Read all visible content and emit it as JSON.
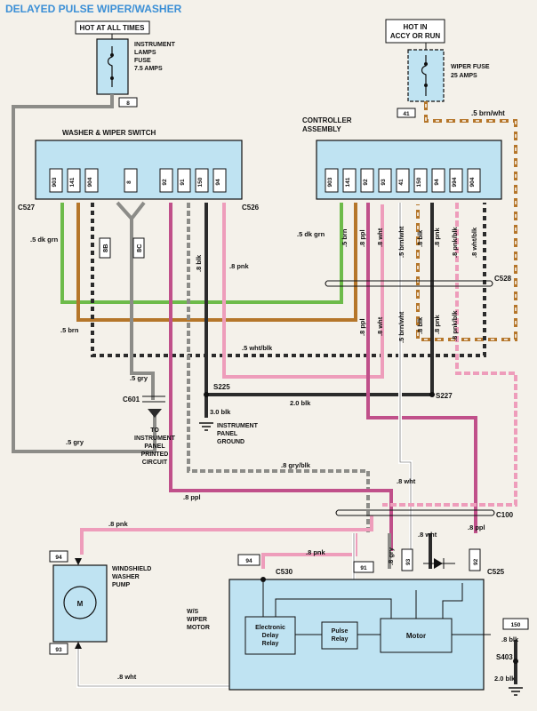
{
  "title": "DELAYED PULSE WIPER/WASHER",
  "hot_at_all_times": "HOT AT ALL TIMES",
  "hot_in_accy_run": [
    "HOT IN",
    "ACCY OR RUN"
  ],
  "instrument_fuse": [
    "INSTRUMENT",
    "LAMPS",
    "FUSE",
    "7.5 AMPS"
  ],
  "wiper_fuse": [
    "WIPER FUSE",
    "25 AMPS"
  ],
  "fuse_pin_8": "8",
  "fuse_pin_41": "41",
  "washer_switch_label": "WASHER & WIPER SWITCH",
  "controller_label": [
    "CONTROLLER",
    "ASSEMBLY"
  ],
  "switch_pins": [
    "903",
    "141",
    "904",
    "8",
    "92",
    "91",
    "150",
    "94"
  ],
  "controller_pins": [
    "903",
    "141",
    "92",
    "93",
    "41",
    "150",
    "94",
    "994",
    "904"
  ],
  "connectors": {
    "c527": "C527",
    "c526": "C526",
    "c528": "C528",
    "c601": "C601",
    "c100": "C100",
    "c530": "C530",
    "c525": "C525"
  },
  "splices": {
    "s225": "S225",
    "s227": "S227",
    "s403": "S403"
  },
  "wires": {
    "dk_grn_left": ".5 dk grn",
    "dk_grn_right": ".5 dk grn",
    "pin_8b": "8B",
    "pin_8c": "8C",
    "blk_8": ".8 blk",
    "pnk_8": ".8 pnk",
    "brn_ctrl": ".5 brn",
    "ppl_ctrl": ".8 ppl",
    "wht_ctrl": ".8 wht",
    "brnwht_ctrl": ".5 brn/wht",
    "blk_ctrl": ".8 blk",
    "pnk_ctrl": ".8 pnk",
    "pnkblk_ctrl": ".8 pnk/blk",
    "whtblk_ctrl": ".8 wht/blk",
    "brn_wht_top": ".5 brn/wht",
    "ppl_mid": ".8 ppl",
    "wht_mid": ".8 wht",
    "brnwht_mid": ".5 brn/wht",
    "blk_mid": ".8 blk",
    "pnkblk_mid": ".8 pnk/blk",
    "brn_long": ".5 brn",
    "whtblk_long": ".5 wht/blk",
    "gry_5": ".5 gry",
    "gry_5_bottom": ".5 gry",
    "blk_2_0": "2.0 blk",
    "blk_3_0": "3.0 blk",
    "grayblk": ".8 gry/blk",
    "ppl_low": ".8 ppl",
    "wht_c100": ".8 wht",
    "wht_c100b": ".8 wht",
    "pnk_pump": ".8 pnk",
    "pnk_c530": ".8 pnk",
    "gry_c525": ".8 gry",
    "ppl_c525": ".8 ppl",
    "blk_150": ".8 blk",
    "blk_2_0_bottom": "2.0 blk",
    "wht_pump": ".8 wht"
  },
  "to_ip_circuit": [
    "TO",
    "INSTRUMENT",
    "PANEL",
    "PRINTED",
    "CIRCUIT"
  ],
  "ip_ground": [
    "INSTRUMENT",
    "PANEL",
    "GROUND"
  ],
  "pump_label": [
    "WINDSHIELD",
    "WASHER",
    "PUMP"
  ],
  "motor_label": [
    "W/S",
    "WIPER",
    "MOTOR"
  ],
  "pump_pins": {
    "top": "94",
    "bottom": "93"
  },
  "pump_motor": "M",
  "motor_pins": {
    "p94": "94",
    "p91": "91",
    "p93": "93",
    "p92": "92",
    "p150": "150"
  },
  "delay_relay": [
    "Electronic",
    "Delay",
    "Relay"
  ],
  "pulse_relay": [
    "Pulse",
    "Relay"
  ],
  "motor_box": "Motor",
  "colors": {
    "title": "#3b8fd6",
    "box": "#bfe3f2",
    "gray": "#8c8c88",
    "green": "#6dbb4a",
    "brown": "#b5762a",
    "pink": "#ee9dbb",
    "purple": "#c0508a",
    "black": "#2b2b2b",
    "white": "#ffffff"
  }
}
